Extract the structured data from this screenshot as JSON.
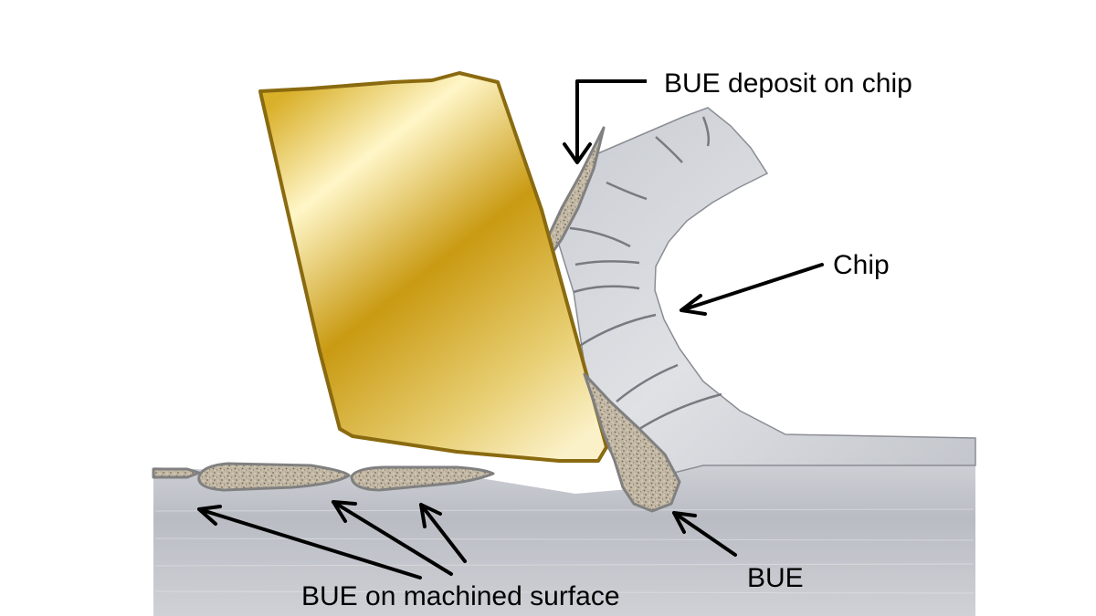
{
  "labels": {
    "bue_deposit_on_chip": "BUE deposit on chip",
    "chip": "Chip",
    "bue": "BUE",
    "bue_on_machined_surface": "BUE on machined surface"
  },
  "colors": {
    "background": "#ffffff",
    "tool_gold": "#c9a21a",
    "tool_outline": "#8a6a10",
    "workpiece_gray": "#c4c6cc",
    "chip_gray": "#cdd0d6",
    "bue_deposit": "#b8ab96",
    "outline_gray": "#808080",
    "arrow": "#000000"
  }
}
